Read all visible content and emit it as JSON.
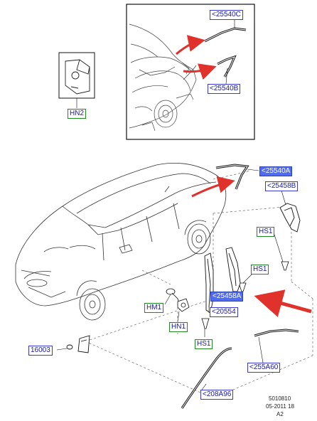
{
  "labels": {
    "l25540C": "<25540C",
    "l25540B": "<25540B",
    "hn2": "HN2",
    "l25540A": "<25540A",
    "l25458B": "<25458B",
    "hs1a": "HS1",
    "hs1b": "HS1",
    "hs1c": "HS1",
    "l25458A": "<25458A",
    "hm1": "HM1",
    "l20554": "<20554",
    "hn1": "HN1",
    "l16003": "16003",
    "l255A60": "<255A60",
    "l208A96": "<208A96"
  },
  "footer": {
    "line1": "5010810",
    "line2": "05-2011 18",
    "line3": "A2"
  },
  "colors": {
    "arrow_red": "#e0312b",
    "label_highlight": "#4f6cf2",
    "link_blue": "#3a3ad0",
    "hn_green": "#1f8a1f"
  }
}
